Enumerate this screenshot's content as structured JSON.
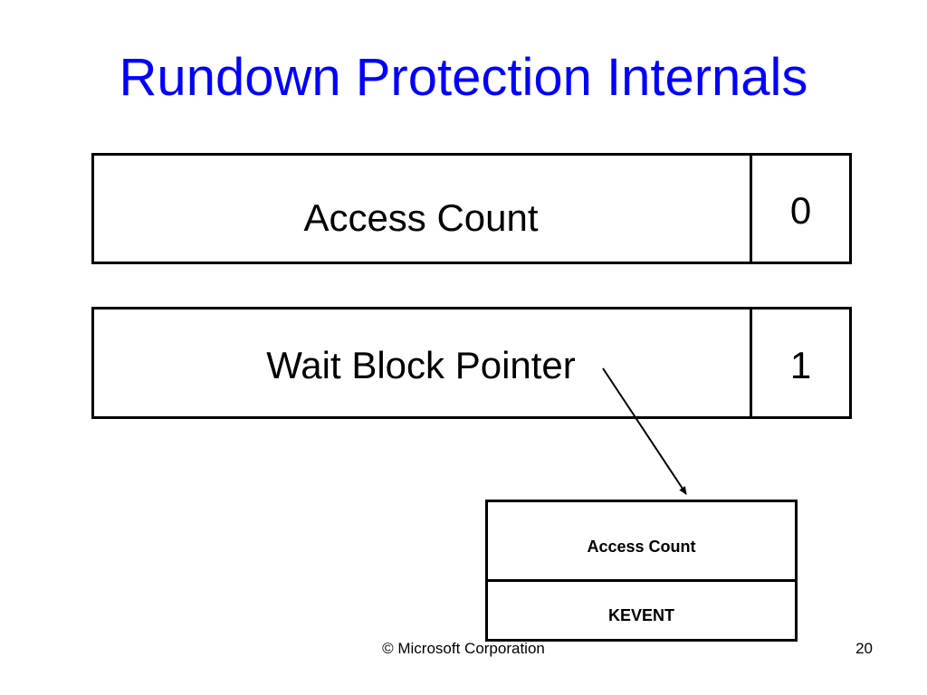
{
  "slide": {
    "title": "Rundown Protection Internals",
    "title_color": "#0000FF",
    "rows": [
      {
        "label": "Access Count",
        "flag": "0"
      },
      {
        "label": "Wait Block Pointer",
        "flag": "1"
      }
    ],
    "wait_block": {
      "fields": [
        "Access Count",
        "KEVENT"
      ]
    },
    "footer": {
      "copyright": "© Microsoft Corporation",
      "page_number": "20"
    }
  }
}
